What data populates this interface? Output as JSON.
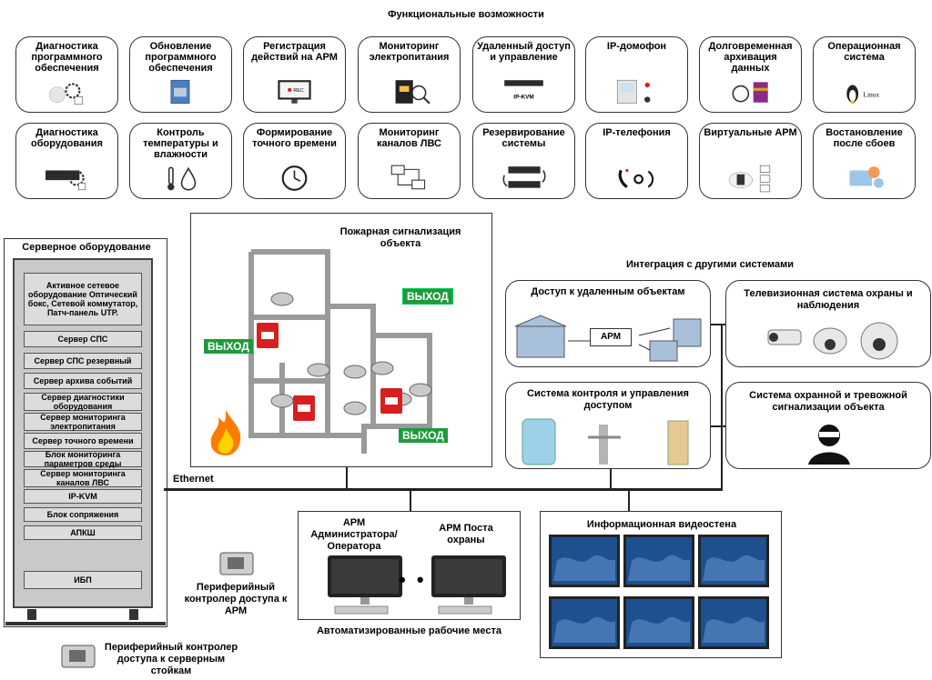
{
  "header": {
    "title": "Функциональные возможности"
  },
  "features_row1": [
    "Диагностика программного обеспечения",
    "Обновление программного обеспечения",
    "Регистрация действий на АРМ",
    "Мониторинг электропитания",
    "Удаленный доступ и управление",
    "IP-домофон",
    "Долговременная архивация данных",
    "Операционная система"
  ],
  "features_row2": [
    "Диагностика оборудования",
    "Контроль температуры и влажности",
    "Формирование точного времени",
    "Мониторинг каналов ЛВС",
    "Резервирование системы",
    "IP-телефония",
    "Виртуальные АРМ",
    "Востановление после сбоев"
  ],
  "icon_texts": {
    "rec": "REC",
    "ipkvm": "IP-KVM",
    "linux": "Linux"
  },
  "server": {
    "title": "Серверное оборудование",
    "slots": [
      "Активное сетевое оборудование Оптический бокс, Сетевой коммутатор, Патч-панель UTP.",
      "Сервер СПС",
      "Сервер СПС резервный",
      "Сервер архива событий",
      "Сервер диагностики оборудования",
      "Сервер мониторинга электропитания",
      "Сервер точного времени",
      "Блок мониторинга параметров среды",
      "Сервер мониторинга каналов ЛВС",
      "IP-KVM",
      "Блок сопряжения",
      "АПКШ",
      "ИБП"
    ],
    "controller_label": "Периферийный контролер доступа к серверным стойкам"
  },
  "fire": {
    "title": "Пожарная сигнализация объекта",
    "exit": "ВЫХОД"
  },
  "integration": {
    "title": "Интеграция с другими системами",
    "remote": "Доступ к удаленным объектам",
    "arm": "АРМ",
    "tv": "Телевизионная система охраны и наблюдения",
    "access": "Система контроля и управления доступом",
    "alarm": "Система охранной и тревожной сигнализации объекта"
  },
  "network": {
    "label": "Ethernet"
  },
  "workstations": {
    "admin": "АРМ Администратора/ Оператора",
    "guard": "АРМ Поста охраны",
    "caption": "Автоматизированные рабочие места",
    "controller_label": "Периферийный контролер доступа к АРМ"
  },
  "videowall": {
    "title": "Информационная видеостена"
  },
  "colors": {
    "red": "#d62020",
    "green": "#1f9a3a",
    "blue": "#1e4f8f"
  }
}
